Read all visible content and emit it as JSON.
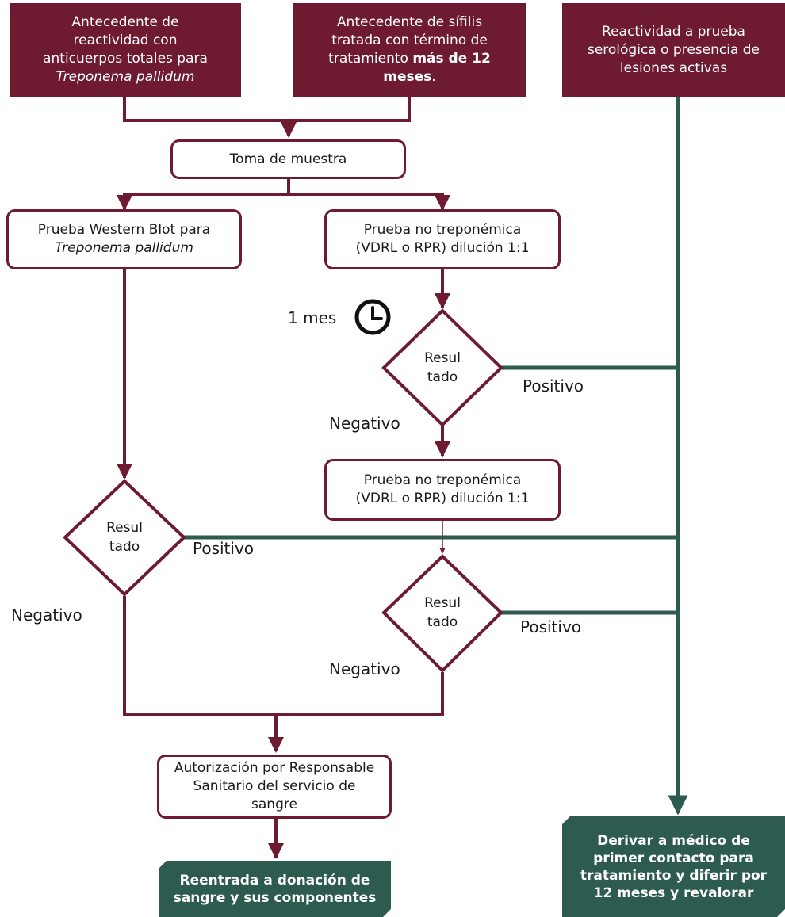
{
  "top_boxes": {
    "box1_line1": "Antecedente de",
    "box1_line2": "reactividad con",
    "box1_line3": "anticuerpos totales para",
    "box1_italic": "Treponema pallidum",
    "box2_line1": "Antecedente de sífilis",
    "box2_line2": "tratada con término de",
    "box2_line3_pre": "tratamiento ",
    "box2_bold1": "más de 12",
    "box2_bold2": "meses",
    "box2_end": ".",
    "box3_text": "Reactividad a prueba serológica o presencia de lesiones activas"
  },
  "sample_box": "Toma de muestra",
  "western_blot": {
    "line1": "Prueba Western Blot para",
    "italic": "Treponema pallidum"
  },
  "non_trep_1": {
    "line1": "Prueba no treponémica",
    "line2": "(VDRL o RPR) dilución 1:1"
  },
  "non_trep_2": {
    "line1": "Prueba no treponémica",
    "line2": "(VDRL o RPR) dilución 1:1"
  },
  "wait_label": "1 mes",
  "decision": {
    "line1": "Resul",
    "line2": "tado"
  },
  "labels": {
    "positive": "Positivo",
    "negative": "Negativo"
  },
  "authorization_box": "Autorización por Responsable Sanitario del servicio de sangre",
  "reentry_box": "Reentrada a donación de sangre y sus componentes",
  "refer_box": "Derivar a médico de primer contacto para tratamiento y diferir por 12 meses y revalorar",
  "colors": {
    "maroon": "#6e1a30",
    "green": "#2d5b4f"
  },
  "icons": {
    "clock": "clock-icon"
  }
}
